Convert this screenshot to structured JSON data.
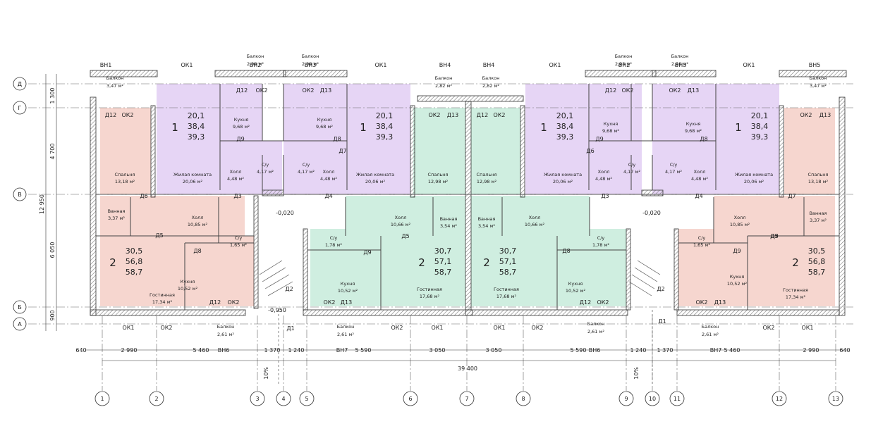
{
  "colors": {
    "purple": "#e6d5f5",
    "pink": "#f6d6cf",
    "green": "#cfeee0",
    "wall": "#555555",
    "line": "#333333"
  },
  "axes_top": [
    "Д",
    "Г",
    "В",
    "Б",
    "А"
  ],
  "axes_bottom": [
    "1",
    "2",
    "3",
    "4",
    "5",
    "6",
    "7",
    "8",
    "9",
    "10",
    "11",
    "12",
    "13"
  ],
  "dims_left": [
    "1 300",
    "4 700",
    "12 950",
    "6 050",
    "900"
  ],
  "dims_bottom": [
    "640",
    "2 990",
    "5 460",
    "1 370",
    "1 240",
    "5 590",
    "3 050",
    "3 050",
    "5 590",
    "1 240",
    "1 370",
    "5 460",
    "2 990",
    "640"
  ],
  "total_dim": "39 400",
  "top_marks": [
    {
      "id": "tm1",
      "label": "ВН1"
    },
    {
      "id": "tm2",
      "label": "ОК1"
    },
    {
      "id": "tm3",
      "label": "ВН2"
    },
    {
      "id": "tm4",
      "label": "ВН3"
    },
    {
      "id": "tm5",
      "label": "ОК1"
    },
    {
      "id": "tm6",
      "label": "ВН4"
    },
    {
      "id": "tm7",
      "label": "ВН4"
    },
    {
      "id": "tm8",
      "label": "ОК1"
    },
    {
      "id": "tm9",
      "label": "ВН2"
    },
    {
      "id": "tm10",
      "label": "ВН3"
    },
    {
      "id": "tm11",
      "label": "ОК1"
    },
    {
      "id": "tm12",
      "label": "ВН5"
    }
  ],
  "balconies": [
    {
      "id": "b1",
      "label": "Балкон",
      "area": "3,47 м²"
    },
    {
      "id": "b2",
      "label": "Балкон",
      "area": "2,98 м²"
    },
    {
      "id": "b3",
      "label": "Балкон",
      "area": "2,98 м²"
    },
    {
      "id": "b4",
      "label": "Балкон",
      "area": "2,82 м²"
    },
    {
      "id": "b5",
      "label": "Балкон",
      "area": "2,82 м²"
    },
    {
      "id": "b6",
      "label": "Балкон",
      "area": "2,98 м²"
    },
    {
      "id": "b7",
      "label": "Балкон",
      "area": "2,98 м²"
    },
    {
      "id": "b8",
      "label": "Балкон",
      "area": "3,47 м²"
    },
    {
      "id": "b9",
      "label": "Балкон",
      "area": "2,61 м²"
    },
    {
      "id": "b10",
      "label": "Балкон",
      "area": "2,61 м²"
    },
    {
      "id": "b11",
      "label": "Балкон",
      "area": "2,61 м²"
    },
    {
      "id": "b12",
      "label": "Балкон",
      "area": "2,61 м²"
    }
  ],
  "bottom_marks": [
    {
      "id": "bm1",
      "label": "ОК1"
    },
    {
      "id": "bm2",
      "label": "ОК2"
    },
    {
      "id": "bm3",
      "label": "ВН6"
    },
    {
      "id": "bm4",
      "label": "ВН7"
    },
    {
      "id": "bm5",
      "label": "ОК2"
    },
    {
      "id": "bm6",
      "label": "ОК1"
    },
    {
      "id": "bm7",
      "label": "ОК1"
    },
    {
      "id": "bm8",
      "label": "ОК2"
    },
    {
      "id": "bm9",
      "label": "ВН6"
    },
    {
      "id": "bm10",
      "label": "ВН7"
    },
    {
      "id": "bm11",
      "label": "ОК2"
    },
    {
      "id": "bm12",
      "label": "ОК1"
    }
  ],
  "apartments": [
    {
      "id": "a1",
      "rooms": "1",
      "l1": "20,1",
      "l2": "38,4",
      "l3": "39,3"
    },
    {
      "id": "a2",
      "rooms": "1",
      "l1": "20,1",
      "l2": "38,4",
      "l3": "39,3"
    },
    {
      "id": "a3",
      "rooms": "1",
      "l1": "20,1",
      "l2": "38,4",
      "l3": "39,3"
    },
    {
      "id": "a4",
      "rooms": "1",
      "l1": "20,1",
      "l2": "38,4",
      "l3": "39,3"
    },
    {
      "id": "a5",
      "rooms": "2",
      "l1": "30,5",
      "l2": "56,8",
      "l3": "58,7"
    },
    {
      "id": "a6",
      "rooms": "2",
      "l1": "30,7",
      "l2": "57,1",
      "l3": "58,7"
    },
    {
      "id": "a7",
      "rooms": "2",
      "l1": "30,7",
      "l2": "57,1",
      "l3": "58,7"
    },
    {
      "id": "a8",
      "rooms": "2",
      "l1": "30,5",
      "l2": "56,8",
      "l3": "58,7"
    }
  ],
  "rooms": [
    {
      "id": "r1",
      "name": "Спальня",
      "area": "13,18 м²"
    },
    {
      "id": "r2",
      "name": "Жилая комната",
      "area": "20,06 м²"
    },
    {
      "id": "r3",
      "name": "Кухня",
      "area": "9,68 м²"
    },
    {
      "id": "r4",
      "name": "Холл",
      "area": "4,48 м²"
    },
    {
      "id": "r5",
      "name": "С/у",
      "area": "4,17 м²"
    },
    {
      "id": "r6",
      "name": "С/у",
      "area": "4,17 м²"
    },
    {
      "id": "r7",
      "name": "Кухня",
      "area": "9,68 м²"
    },
    {
      "id": "r8",
      "name": "Холл",
      "area": "4,48 м²"
    },
    {
      "id": "r9",
      "name": "Жилая комната",
      "area": "20,06 м²"
    },
    {
      "id": "r10",
      "name": "Спальня",
      "area": "12,98 м²"
    },
    {
      "id": "r11",
      "name": "Спальня",
      "area": "12,98 м²"
    },
    {
      "id": "r12",
      "name": "Жилая комната",
      "area": "20,06 м²"
    },
    {
      "id": "r13",
      "name": "Кухня",
      "area": "9,68 м²"
    },
    {
      "id": "r14",
      "name": "Холл",
      "area": "4,48 м²"
    },
    {
      "id": "r15",
      "name": "С/у",
      "area": "4,17 м²"
    },
    {
      "id": "r16",
      "name": "С/у",
      "area": "4,17 м²"
    },
    {
      "id": "r17",
      "name": "Кухня",
      "area": "9,68 м²"
    },
    {
      "id": "r18",
      "name": "Холл",
      "area": "4,48 м²"
    },
    {
      "id": "r19",
      "name": "Жилая комната",
      "area": "20,06 м²"
    },
    {
      "id": "r20",
      "name": "Спальня",
      "area": "13,18 м²"
    },
    {
      "id": "r21",
      "name": "Ванная",
      "area": "3,37 м²"
    },
    {
      "id": "r22",
      "name": "Холл",
      "area": "10,85 м²"
    },
    {
      "id": "r23",
      "name": "С/у",
      "area": "1,65 м²"
    },
    {
      "id": "r24",
      "name": "Кухня",
      "area": "10,52 м²"
    },
    {
      "id": "r25",
      "name": "Гостинная",
      "area": "17,34 м²"
    },
    {
      "id": "r26",
      "name": "С/у",
      "area": "1,78 м²"
    },
    {
      "id": "r27",
      "name": "Холл",
      "area": "10,66 м²"
    },
    {
      "id": "r28",
      "name": "Ванная",
      "area": "3,54 м²"
    },
    {
      "id": "r29",
      "name": "Кухня",
      "area": "10,52 м²"
    },
    {
      "id": "r30",
      "name": "Гостинная",
      "area": "17,68 м²"
    },
    {
      "id": "r31",
      "name": "Ванная",
      "area": "3,54 м²"
    },
    {
      "id": "r32",
      "name": "Холл",
      "area": "10,66 м²"
    },
    {
      "id": "r33",
      "name": "С/у",
      "area": "1,78 м²"
    },
    {
      "id": "r34",
      "name": "Гостинная",
      "area": "17,68 м²"
    },
    {
      "id": "r35",
      "name": "Кухня",
      "area": "10,52 м²"
    },
    {
      "id": "r36",
      "name": "С/у",
      "area": "1,65 м²"
    },
    {
      "id": "r37",
      "name": "Холл",
      "area": "10,85 м²"
    },
    {
      "id": "r38",
      "name": "Ванная",
      "area": "3,37 м²"
    },
    {
      "id": "r39",
      "name": "Кухня",
      "area": "10,52 м²"
    },
    {
      "id": "r40",
      "name": "Гостинная",
      "area": "17,34 м²"
    }
  ],
  "marks": [
    {
      "id": "m1",
      "text": "Д12"
    },
    {
      "id": "m2",
      "text": "ОК2"
    },
    {
      "id": "m3",
      "text": "Д12"
    },
    {
      "id": "m4",
      "text": "ОК2"
    },
    {
      "id": "m5",
      "text": "ОК2"
    },
    {
      "id": "m6",
      "text": "Д13"
    },
    {
      "id": "m7",
      "text": "ОК2"
    },
    {
      "id": "m8",
      "text": "Д13"
    },
    {
      "id": "m9",
      "text": "Д12"
    },
    {
      "id": "m10",
      "text": "ОК2"
    },
    {
      "id": "m11",
      "text": "Д12"
    },
    {
      "id": "m12",
      "text": "ОК2"
    },
    {
      "id": "m13",
      "text": "ОК2"
    },
    {
      "id": "m14",
      "text": "Д13"
    },
    {
      "id": "m15",
      "text": "ОК2"
    },
    {
      "id": "m16",
      "text": "Д13"
    },
    {
      "id": "m17",
      "text": "Д12"
    },
    {
      "id": "m18",
      "text": "ОК2"
    },
    {
      "id": "m19",
      "text": "ОК2"
    },
    {
      "id": "m20",
      "text": "Д13"
    },
    {
      "id": "m21",
      "text": "Д12"
    },
    {
      "id": "m22",
      "text": "ОК2"
    },
    {
      "id": "m23",
      "text": "ОК2"
    },
    {
      "id": "m24",
      "text": "Д13"
    },
    {
      "id": "m25",
      "text": "Д3"
    },
    {
      "id": "m26",
      "text": "Д4"
    },
    {
      "id": "m27",
      "text": "Д3"
    },
    {
      "id": "m28",
      "text": "Д4"
    },
    {
      "id": "m29",
      "text": "Д6"
    },
    {
      "id": "m30",
      "text": "Д7"
    },
    {
      "id": "m31",
      "text": "Д6"
    },
    {
      "id": "m32",
      "text": "Д7"
    },
    {
      "id": "m33",
      "text": "Д5"
    },
    {
      "id": "m34",
      "text": "Д8"
    },
    {
      "id": "m35",
      "text": "Д9"
    },
    {
      "id": "m36",
      "text": "Д5"
    },
    {
      "id": "m37",
      "text": "Д8"
    },
    {
      "id": "m38",
      "text": "Д9"
    },
    {
      "id": "m39",
      "text": "Д5"
    },
    {
      "id": "m40",
      "text": "Д9"
    },
    {
      "id": "m41",
      "text": "Д5"
    },
    {
      "id": "m42",
      "text": "Д2"
    },
    {
      "id": "m43",
      "text": "Д1"
    },
    {
      "id": "m44",
      "text": "Д2"
    },
    {
      "id": "m45",
      "text": "Д1"
    },
    {
      "id": "m46",
      "text": "-0,020"
    },
    {
      "id": "m47",
      "text": "-0,020"
    },
    {
      "id": "m48",
      "text": "-0,950"
    },
    {
      "id": "m49",
      "text": "10%"
    },
    {
      "id": "m50",
      "text": "10%"
    },
    {
      "id": "m51",
      "text": "Д9"
    },
    {
      "id": "m52",
      "text": "Д8"
    },
    {
      "id": "m53",
      "text": "Д9"
    },
    {
      "id": "m54",
      "text": "Д8"
    }
  ]
}
